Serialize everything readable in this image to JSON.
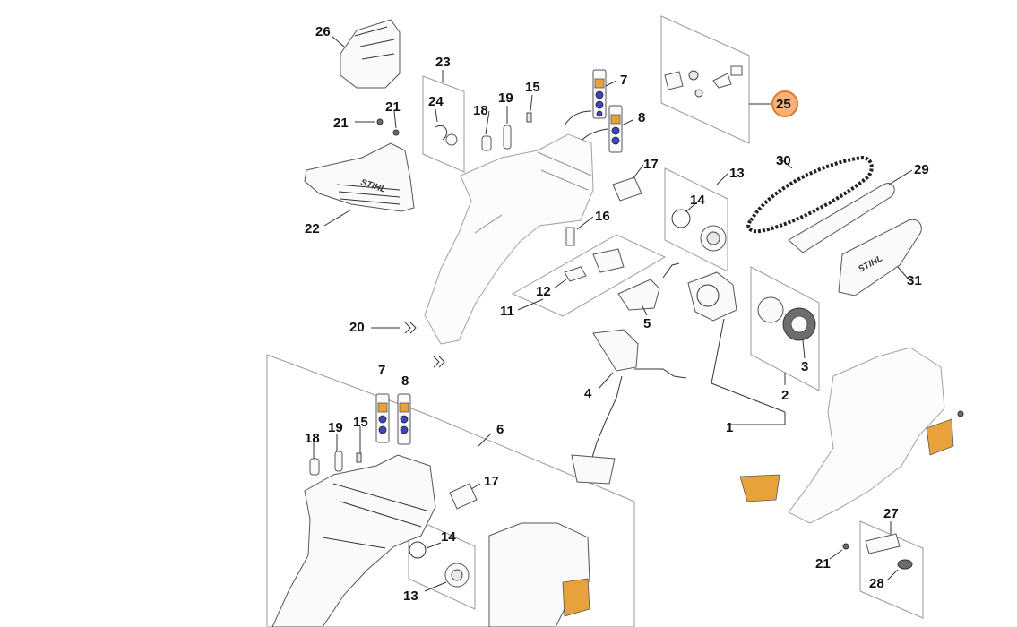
{
  "callouts": [
    "1",
    "2",
    "3",
    "4",
    "5",
    "6",
    "7",
    "8",
    "11",
    "12",
    "13",
    "14",
    "15",
    "16",
    "17",
    "18",
    "19",
    "20",
    "21",
    "22",
    "23",
    "24",
    "25",
    "26",
    "27",
    "28",
    "29",
    "30",
    "31"
  ],
  "highlighted_callout": "25",
  "colors": {
    "highlight_fill": "#f6b27a",
    "highlight_stroke": "#e07a2c",
    "line": "#333333",
    "group_frame": "#999999",
    "warning_label": "#e8a23a",
    "info_label": "#3b46b8"
  },
  "labels": {
    "c26": "26",
    "c23": "23",
    "c24": "24",
    "c21a": "21",
    "c21b": "21",
    "c18": "18",
    "c19": "19",
    "c15": "15",
    "c7": "7",
    "c8": "8",
    "c17": "17",
    "c22": "22",
    "c16": "16",
    "c13": "13",
    "c14": "14",
    "c12": "12",
    "c11": "11",
    "c20": "20",
    "c5": "5",
    "c4": "4",
    "c30": "30",
    "c29": "29",
    "c31": "31",
    "c3": "3",
    "c2": "2",
    "c1": "1",
    "c25": "25",
    "c6": "6",
    "c7b": "7",
    "c8b": "8",
    "c18b": "18",
    "c19b": "19",
    "c15b": "15",
    "c17b": "17",
    "c14b": "14",
    "c13b": "13",
    "c27": "27",
    "c21c": "21",
    "c28": "28"
  }
}
